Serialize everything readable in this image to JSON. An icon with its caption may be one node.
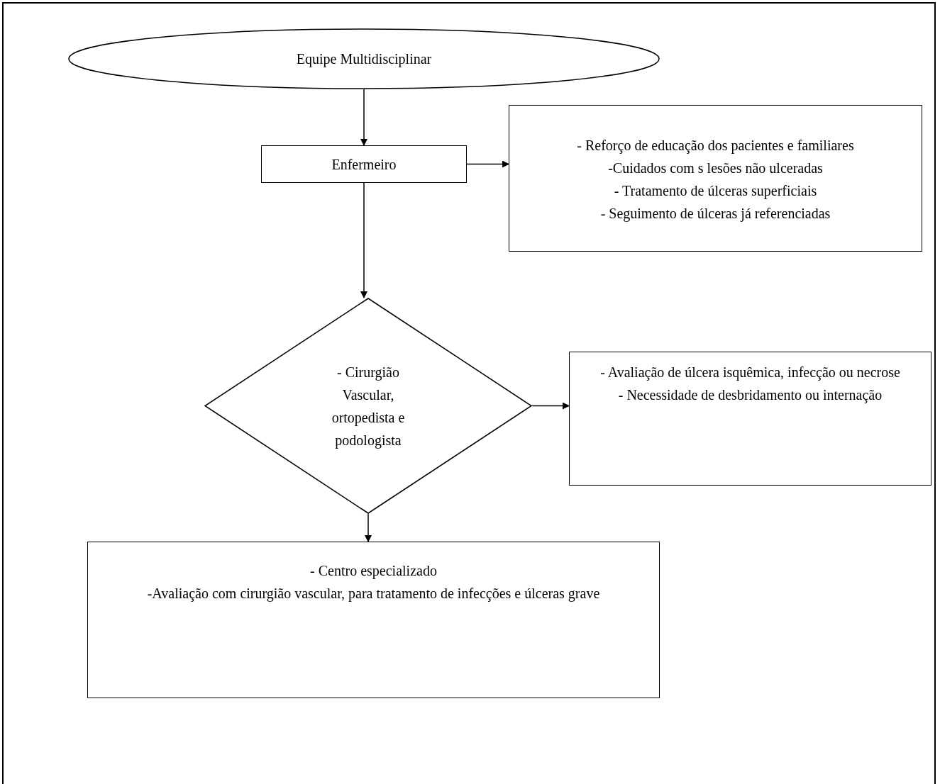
{
  "diagram": {
    "nodes": [
      {
        "text": [
          "Equipe Multidisciplinar"
        ]
      },
      {
        "text": [
          "Enfermeiro"
        ]
      },
      {
        "text": [
          "- Reforço de educação dos pacientes e familiares",
          "-Cuidados com s lesões não ulceradas",
          "- Tratamento de úlceras superficiais",
          "- Seguimento de úlceras já referenciadas"
        ]
      },
      {
        "text": [
          "- Cirurgião Vascular, ortopedista e podologista"
        ]
      },
      {
        "text": [
          "- Avaliação de úlcera isquêmica, infecção ou necrose",
          "- Necessidade de desbridamento ou internação"
        ]
      },
      {
        "text": [
          "- Centro especializado",
          "-Avaliação com cirurgião vascular, para tratamento de infecções e úlceras grave"
        ]
      }
    ],
    "edges": [
      {
        "from": 0,
        "to": 1,
        "arrow": "to"
      },
      {
        "from": 1,
        "to": 2,
        "arrow": "to"
      },
      {
        "from": 1,
        "to": 3,
        "arrow": "to"
      },
      {
        "from": 3,
        "to": 4,
        "arrow": "to"
      },
      {
        "from": 3,
        "to": 5,
        "arrow": "to"
      }
    ]
  }
}
